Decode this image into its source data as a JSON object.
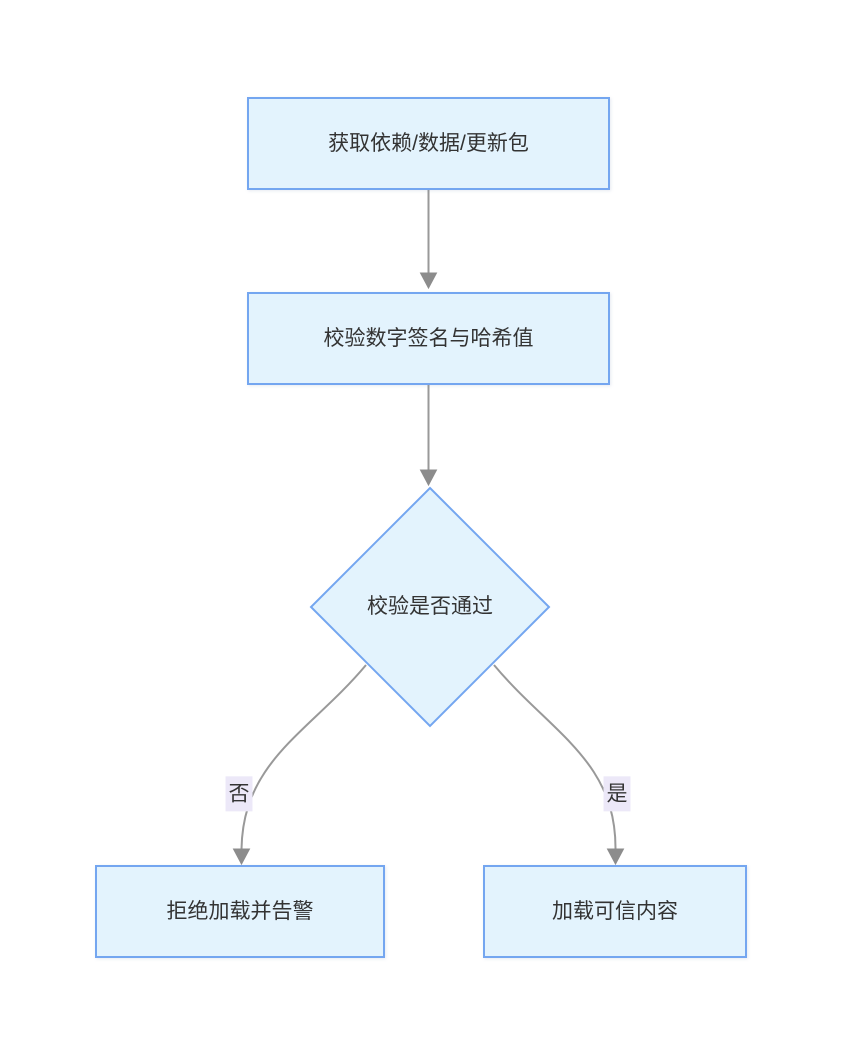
{
  "diagram": {
    "type": "flowchart",
    "direction": "top-down",
    "nodes": {
      "fetch": {
        "label": "获取依赖/数据/更新包",
        "shape": "rect"
      },
      "verify": {
        "label": "校验数字签名与哈希值",
        "shape": "rect"
      },
      "decision": {
        "label": "校验是否通过",
        "shape": "diamond"
      },
      "reject": {
        "label": "拒绝加载并告警",
        "shape": "rect"
      },
      "load": {
        "label": "加载可信内容",
        "shape": "rect"
      }
    },
    "edges": [
      {
        "from": "fetch",
        "to": "verify",
        "label": ""
      },
      {
        "from": "verify",
        "to": "decision",
        "label": ""
      },
      {
        "from": "decision",
        "to": "reject",
        "label": "否"
      },
      {
        "from": "decision",
        "to": "load",
        "label": "是"
      }
    ],
    "edge_labels": {
      "no": "否",
      "yes": "是"
    },
    "colors": {
      "background": "#ffffff",
      "node_fill": "#e3f3fd",
      "node_border": "#74a6f0",
      "edge": "#999999",
      "arrowhead": "#8c8c8c",
      "text": "#333333",
      "edge_label_bg": "#ece8f8"
    }
  }
}
